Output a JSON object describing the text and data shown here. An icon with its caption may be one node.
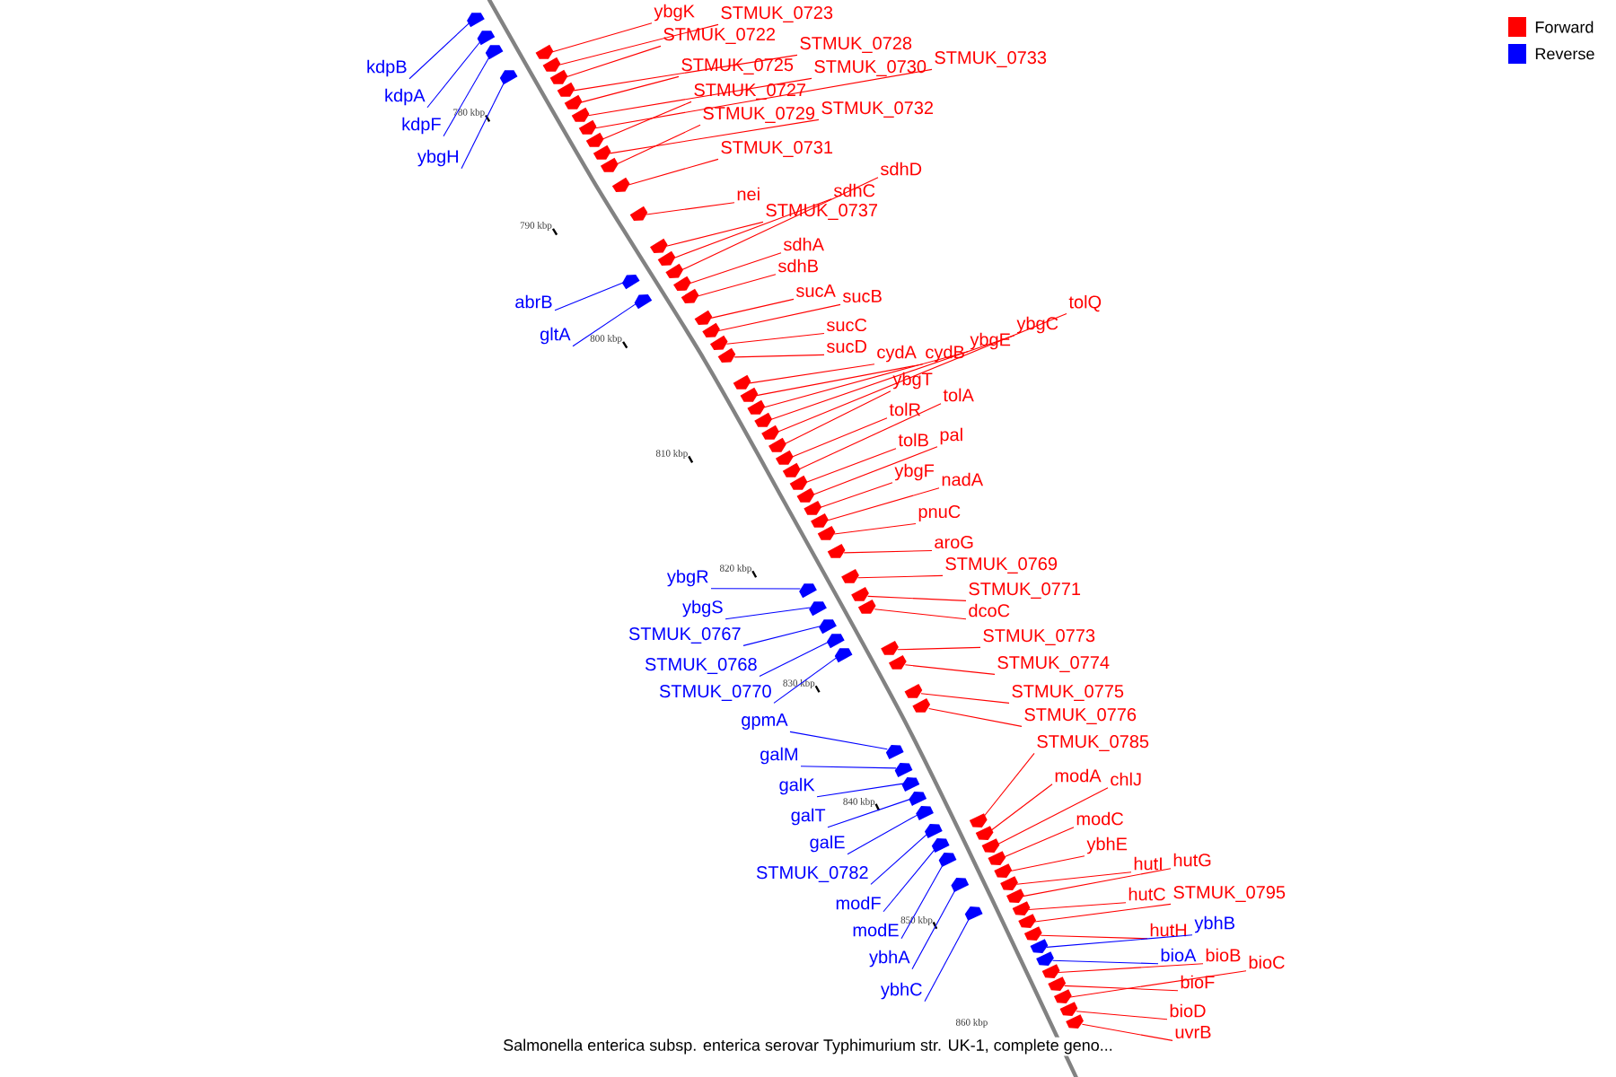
{
  "diagram": {
    "caption": "Salmonella enterica subsp. enterica serovar Typhimurium str. UK-1, complete geno...",
    "nodes": [
      {
        "text": [
          "ybgK"
        ]
      },
      {
        "text": [
          "STMUK_0723"
        ]
      },
      {
        "text": [
          "STMUK_0722"
        ]
      },
      {
        "text": [
          "STMUK_0728"
        ]
      },
      {
        "text": [
          "STMUK_0725"
        ]
      },
      {
        "text": [
          "STMUK_0730"
        ]
      },
      {
        "text": [
          "STMUK_0733"
        ]
      },
      {
        "text": [
          "STMUK_0727"
        ]
      },
      {
        "text": [
          "STMUK_0732"
        ]
      },
      {
        "text": [
          "STMUK_0729"
        ]
      },
      {
        "text": [
          "STMUK_0731"
        ]
      },
      {
        "text": [
          "sdhD"
        ]
      },
      {
        "text": [
          "sdhC"
        ]
      },
      {
        "text": [
          "nei"
        ]
      },
      {
        "text": [
          "STMUK_0737"
        ]
      },
      {
        "text": [
          "sdhA"
        ]
      },
      {
        "text": [
          "sdhB"
        ]
      },
      {
        "text": [
          "sucA"
        ]
      },
      {
        "text": [
          "sucB"
        ]
      },
      {
        "text": [
          "sucC"
        ]
      },
      {
        "text": [
          "sucD"
        ]
      },
      {
        "text": [
          "cydA"
        ]
      },
      {
        "text": [
          "cydB"
        ]
      },
      {
        "text": [
          "ybgE"
        ]
      },
      {
        "text": [
          "ybgC"
        ]
      },
      {
        "text": [
          "tolQ"
        ]
      },
      {
        "text": [
          "ybgT"
        ]
      },
      {
        "text": [
          "tolA"
        ]
      },
      {
        "text": [
          "tolR"
        ]
      },
      {
        "text": [
          "tolB"
        ]
      },
      {
        "text": [
          "pal"
        ]
      },
      {
        "text": [
          "ybgF"
        ]
      },
      {
        "text": [
          "nadA"
        ]
      },
      {
        "text": [
          "pnuC"
        ]
      },
      {
        "text": [
          "aroG"
        ]
      },
      {
        "text": [
          "STMUK_0769"
        ]
      },
      {
        "text": [
          "STMUK_0771"
        ]
      },
      {
        "text": [
          "dcoC"
        ]
      },
      {
        "text": [
          "STMUK_0773"
        ]
      },
      {
        "text": [
          "STMUK_0774"
        ]
      },
      {
        "text": [
          "STMUK_0775"
        ]
      },
      {
        "text": [
          "STMUK_0776"
        ]
      },
      {
        "text": [
          "STMUK_0785"
        ]
      },
      {
        "text": [
          "modA"
        ]
      },
      {
        "text": [
          "chlJ"
        ]
      },
      {
        "text": [
          "modC"
        ]
      },
      {
        "text": [
          "ybhE"
        ]
      },
      {
        "text": [
          "hutI"
        ]
      },
      {
        "text": [
          "hutG"
        ]
      },
      {
        "text": [
          "hutC"
        ]
      },
      {
        "text": [
          "STMUK_0795"
        ]
      },
      {
        "text": [
          "hutH"
        ]
      },
      {
        "text": [
          "bioB"
        ]
      },
      {
        "text": [
          "bioC"
        ]
      },
      {
        "text": [
          "bioF"
        ]
      },
      {
        "text": [
          "bioD"
        ]
      },
      {
        "text": [
          "uvrB"
        ]
      },
      {
        "text": [
          "ybhB"
        ]
      },
      {
        "text": [
          "bioA"
        ]
      },
      {
        "text": [
          "kdpB"
        ]
      },
      {
        "text": [
          "kdpA"
        ]
      },
      {
        "text": [
          "kdpF"
        ]
      },
      {
        "text": [
          "ybgH"
        ]
      },
      {
        "text": [
          "abrB"
        ]
      },
      {
        "text": [
          "gltA"
        ]
      },
      {
        "text": [
          "ybgR"
        ]
      },
      {
        "text": [
          "ybgS"
        ]
      },
      {
        "text": [
          "STMUK_0767"
        ]
      },
      {
        "text": [
          "STMUK_0768"
        ]
      },
      {
        "text": [
          "STMUK_0770"
        ]
      },
      {
        "text": [
          "gpmA"
        ]
      },
      {
        "text": [
          "galM"
        ]
      },
      {
        "text": [
          "galK"
        ]
      },
      {
        "text": [
          "galT"
        ]
      },
      {
        "text": [
          "galE"
        ]
      },
      {
        "text": [
          "STMUK_0782"
        ]
      },
      {
        "text": [
          "modF"
        ]
      },
      {
        "text": [
          "modE"
        ]
      },
      {
        "text": [
          "ybhA"
        ]
      },
      {
        "text": [
          "ybhC"
        ]
      },
      {
        "text": [],
        "shape": "arrow"
      },
      {
        "text": [],
        "shape": "arrow"
      },
      {
        "text": [],
        "shape": "arrow"
      },
      {
        "text": [],
        "shape": "arrow"
      },
      {
        "text": [],
        "shape": "arrow"
      },
      {
        "text": [],
        "shape": "arrow"
      },
      {
        "text": [],
        "shape": "arrow"
      },
      {
        "text": [],
        "shape": "arrow"
      },
      {
        "text": [],
        "shape": "arrow"
      },
      {
        "text": [],
        "shape": "arrow"
      },
      {
        "text": [],
        "shape": "arrow"
      },
      {
        "text": [],
        "shape": "arrow"
      },
      {
        "text": [],
        "shape": "arrow"
      },
      {
        "text": [],
        "shape": "arrow"
      },
      {
        "text": [],
        "shape": "arrow"
      },
      {
        "text": [],
        "shape": "arrow"
      },
      {
        "text": [],
        "shape": "arrow"
      },
      {
        "text": [],
        "shape": "arrow"
      },
      {
        "text": [],
        "shape": "arrow"
      },
      {
        "text": [],
        "shape": "arrow"
      },
      {
        "text": [],
        "shape": "arrow"
      },
      {
        "text": [],
        "shape": "arrow"
      },
      {
        "text": [],
        "shape": "arrow"
      },
      {
        "text": [],
        "shape": "arrow"
      },
      {
        "text": [],
        "shape": "arrow"
      },
      {
        "text": [],
        "shape": "arrow"
      },
      {
        "text": [],
        "shape": "arrow"
      },
      {
        "text": [],
        "shape": "arrow"
      },
      {
        "text": [],
        "shape": "arrow"
      },
      {
        "text": [],
        "shape": "arrow"
      },
      {
        "text": [],
        "shape": "arrow"
      },
      {
        "text": [],
        "shape": "arrow"
      },
      {
        "text": [],
        "shape": "arrow"
      },
      {
        "text": [],
        "shape": "arrow"
      },
      {
        "text": [],
        "shape": "arrow"
      },
      {
        "text": [],
        "shape": "arrow"
      },
      {
        "text": [],
        "shape": "arrow"
      },
      {
        "text": [],
        "shape": "arrow"
      },
      {
        "text": [],
        "shape": "arrow"
      },
      {
        "text": [],
        "shape": "arrow"
      },
      {
        "text": [],
        "shape": "arrow"
      },
      {
        "text": [],
        "shape": "arrow"
      },
      {
        "text": [],
        "shape": "arrow"
      },
      {
        "text": [],
        "shape": "arrow"
      },
      {
        "text": [],
        "shape": "arrow"
      },
      {
        "text": [],
        "shape": "arrow"
      },
      {
        "text": [],
        "shape": "arrow"
      },
      {
        "text": [],
        "shape": "arrow"
      },
      {
        "text": [],
        "shape": "arrow"
      },
      {
        "text": [],
        "shape": "arrow"
      },
      {
        "text": [],
        "shape": "arrow"
      },
      {
        "text": [],
        "shape": "arrow"
      },
      {
        "text": [],
        "shape": "arrow"
      },
      {
        "text": [],
        "shape": "arrow"
      },
      {
        "text": [],
        "shape": "arrow"
      },
      {
        "text": [],
        "shape": "arrow"
      },
      {
        "text": [],
        "shape": "arrow"
      },
      {
        "text": [],
        "shape": "arrow"
      },
      {
        "text": [],
        "shape": "arrow"
      },
      {
        "text": [],
        "shape": "arrow"
      },
      {
        "text": [],
        "shape": "arrow"
      },
      {
        "text": [],
        "shape": "arrow"
      },
      {
        "text": [],
        "shape": "arrow"
      },
      {
        "text": [],
        "shape": "arrow"
      },
      {
        "text": [],
        "shape": "arrow"
      },
      {
        "text": [],
        "shape": "arrow"
      },
      {
        "text": [],
        "shape": "arrow"
      },
      {
        "text": [],
        "shape": "arrow"
      },
      {
        "text": [],
        "shape": "arrow"
      },
      {
        "text": [],
        "shape": "arrow"
      },
      {
        "text": [],
        "shape": "arrow"
      },
      {
        "text": [],
        "shape": "arrow"
      },
      {
        "text": [],
        "shape": "arrow"
      },
      {
        "text": [],
        "shape": "arrow"
      },
      {
        "text": [],
        "shape": "arrow"
      },
      {
        "text": [],
        "shape": "arrow"
      },
      {
        "text": [],
        "shape": "arrow"
      },
      {
        "text": [],
        "shape": "arrow"
      },
      {
        "text": [],
        "shape": "arrow"
      },
      {
        "text": [],
        "shape": "arrow"
      }
    ],
    "edges": [
      {
        "from": 0,
        "to": 80,
        "arrow": "none"
      },
      {
        "from": 1,
        "to": 81,
        "arrow": "none"
      },
      {
        "from": 2,
        "to": 82,
        "arrow": "none"
      },
      {
        "from": 3,
        "to": 83,
        "arrow": "none"
      },
      {
        "from": 4,
        "to": 84,
        "arrow": "none"
      },
      {
        "from": 5,
        "to": 85,
        "arrow": "none"
      },
      {
        "from": 6,
        "to": 86,
        "arrow": "none"
      },
      {
        "from": 7,
        "to": 87,
        "arrow": "none"
      },
      {
        "from": 8,
        "to": 88,
        "arrow": "none"
      },
      {
        "from": 9,
        "to": 89,
        "arrow": "none"
      },
      {
        "from": 10,
        "to": 90,
        "arrow": "none"
      },
      {
        "from": 11,
        "to": 91,
        "arrow": "none"
      },
      {
        "from": 12,
        "to": 92,
        "arrow": "none"
      },
      {
        "from": 13,
        "to": 93,
        "arrow": "none"
      },
      {
        "from": 14,
        "to": 94,
        "arrow": "none"
      },
      {
        "from": 15,
        "to": 95,
        "arrow": "none"
      },
      {
        "from": 16,
        "to": 96,
        "arrow": "none"
      },
      {
        "from": 17,
        "to": 97,
        "arrow": "none"
      },
      {
        "from": 18,
        "to": 98,
        "arrow": "none"
      },
      {
        "from": 19,
        "to": 99,
        "arrow": "none"
      },
      {
        "from": 20,
        "to": 100,
        "arrow": "none"
      },
      {
        "from": 21,
        "to": 101,
        "arrow": "none"
      },
      {
        "from": 22,
        "to": 102,
        "arrow": "none"
      },
      {
        "from": 23,
        "to": 103,
        "arrow": "none"
      },
      {
        "from": 24,
        "to": 104,
        "arrow": "none"
      },
      {
        "from": 25,
        "to": 105,
        "arrow": "none"
      },
      {
        "from": 26,
        "to": 106,
        "arrow": "none"
      },
      {
        "from": 27,
        "to": 107,
        "arrow": "none"
      },
      {
        "from": 28,
        "to": 108,
        "arrow": "none"
      },
      {
        "from": 29,
        "to": 109,
        "arrow": "none"
      },
      {
        "from": 30,
        "to": 110,
        "arrow": "none"
      },
      {
        "from": 31,
        "to": 111,
        "arrow": "none"
      },
      {
        "from": 32,
        "to": 112,
        "arrow": "none"
      },
      {
        "from": 33,
        "to": 113,
        "arrow": "none"
      },
      {
        "from": 34,
        "to": 114,
        "arrow": "none"
      },
      {
        "from": 35,
        "to": 115,
        "arrow": "none"
      },
      {
        "from": 36,
        "to": 116,
        "arrow": "none"
      },
      {
        "from": 37,
        "to": 117,
        "arrow": "none"
      },
      {
        "from": 38,
        "to": 118,
        "arrow": "none"
      },
      {
        "from": 39,
        "to": 119,
        "arrow": "none"
      },
      {
        "from": 40,
        "to": 120,
        "arrow": "none"
      },
      {
        "from": 41,
        "to": 121,
        "arrow": "none"
      },
      {
        "from": 42,
        "to": 122,
        "arrow": "none"
      },
      {
        "from": 43,
        "to": 123,
        "arrow": "none"
      },
      {
        "from": 44,
        "to": 124,
        "arrow": "none"
      },
      {
        "from": 45,
        "to": 125,
        "arrow": "none"
      },
      {
        "from": 46,
        "to": 126,
        "arrow": "none"
      },
      {
        "from": 47,
        "to": 127,
        "arrow": "none"
      },
      {
        "from": 48,
        "to": 128,
        "arrow": "none"
      },
      {
        "from": 49,
        "to": 129,
        "arrow": "none"
      },
      {
        "from": 50,
        "to": 130,
        "arrow": "none"
      },
      {
        "from": 51,
        "to": 131,
        "arrow": "none"
      },
      {
        "from": 52,
        "to": 132,
        "arrow": "none"
      },
      {
        "from": 53,
        "to": 133,
        "arrow": "none"
      },
      {
        "from": 54,
        "to": 134,
        "arrow": "none"
      },
      {
        "from": 55,
        "to": 135,
        "arrow": "none"
      },
      {
        "from": 56,
        "to": 136,
        "arrow": "none"
      },
      {
        "from": 57,
        "to": 137,
        "arrow": "none",
        "color": "#0000ff"
      },
      {
        "from": 58,
        "to": 138,
        "arrow": "none",
        "color": "#0000ff"
      },
      {
        "from": 59,
        "to": 139,
        "arrow": "none",
        "color": "#0000ff"
      },
      {
        "from": 60,
        "to": 140,
        "arrow": "none",
        "color": "#0000ff"
      },
      {
        "from": 61,
        "to": 141,
        "arrow": "none",
        "color": "#0000ff"
      },
      {
        "from": 62,
        "to": 142,
        "arrow": "none",
        "color": "#0000ff"
      },
      {
        "from": 63,
        "to": 143,
        "arrow": "none",
        "color": "#0000ff"
      },
      {
        "from": 64,
        "to": 144,
        "arrow": "none",
        "color": "#0000ff"
      },
      {
        "from": 65,
        "to": 145,
        "arrow": "none",
        "color": "#0000ff"
      },
      {
        "from": 66,
        "to": 146,
        "arrow": "none",
        "color": "#0000ff"
      },
      {
        "from": 67,
        "to": 147,
        "arrow": "none",
        "color": "#0000ff"
      },
      {
        "from": 68,
        "to": 148,
        "arrow": "none",
        "color": "#0000ff"
      },
      {
        "from": 69,
        "to": 149,
        "arrow": "none",
        "color": "#0000ff"
      },
      {
        "from": 70,
        "to": 150,
        "arrow": "none",
        "color": "#0000ff"
      },
      {
        "from": 71,
        "to": 151,
        "arrow": "none",
        "color": "#0000ff"
      },
      {
        "from": 72,
        "to": 152,
        "arrow": "none",
        "color": "#0000ff"
      },
      {
        "from": 73,
        "to": 153,
        "arrow": "none",
        "color": "#0000ff"
      },
      {
        "from": 74,
        "to": 154,
        "arrow": "none",
        "color": "#0000ff"
      },
      {
        "from": 75,
        "to": 155,
        "arrow": "none",
        "color": "#0000ff"
      },
      {
        "from": 76,
        "to": 156,
        "arrow": "none",
        "color": "#0000ff"
      },
      {
        "from": 77,
        "to": 157,
        "arrow": "none",
        "color": "#0000ff"
      },
      {
        "from": 78,
        "to": 158,
        "arrow": "none",
        "color": "#0000ff"
      },
      {
        "from": 79,
        "to": 159,
        "arrow": "none",
        "color": "#0000ff"
      }
    ],
    "labels": [
      "780 kbp",
      "790 kbp",
      "800 kbp",
      "810 kbp",
      "820 kbp",
      "830 kbp",
      "840 kbp",
      "850 kbp",
      "860 kbp"
    ],
    "legend": [
      {
        "text": "Forward",
        "color": "#ff0000"
      },
      {
        "text": "Reverse",
        "color": "#0000ff"
      }
    ]
  }
}
